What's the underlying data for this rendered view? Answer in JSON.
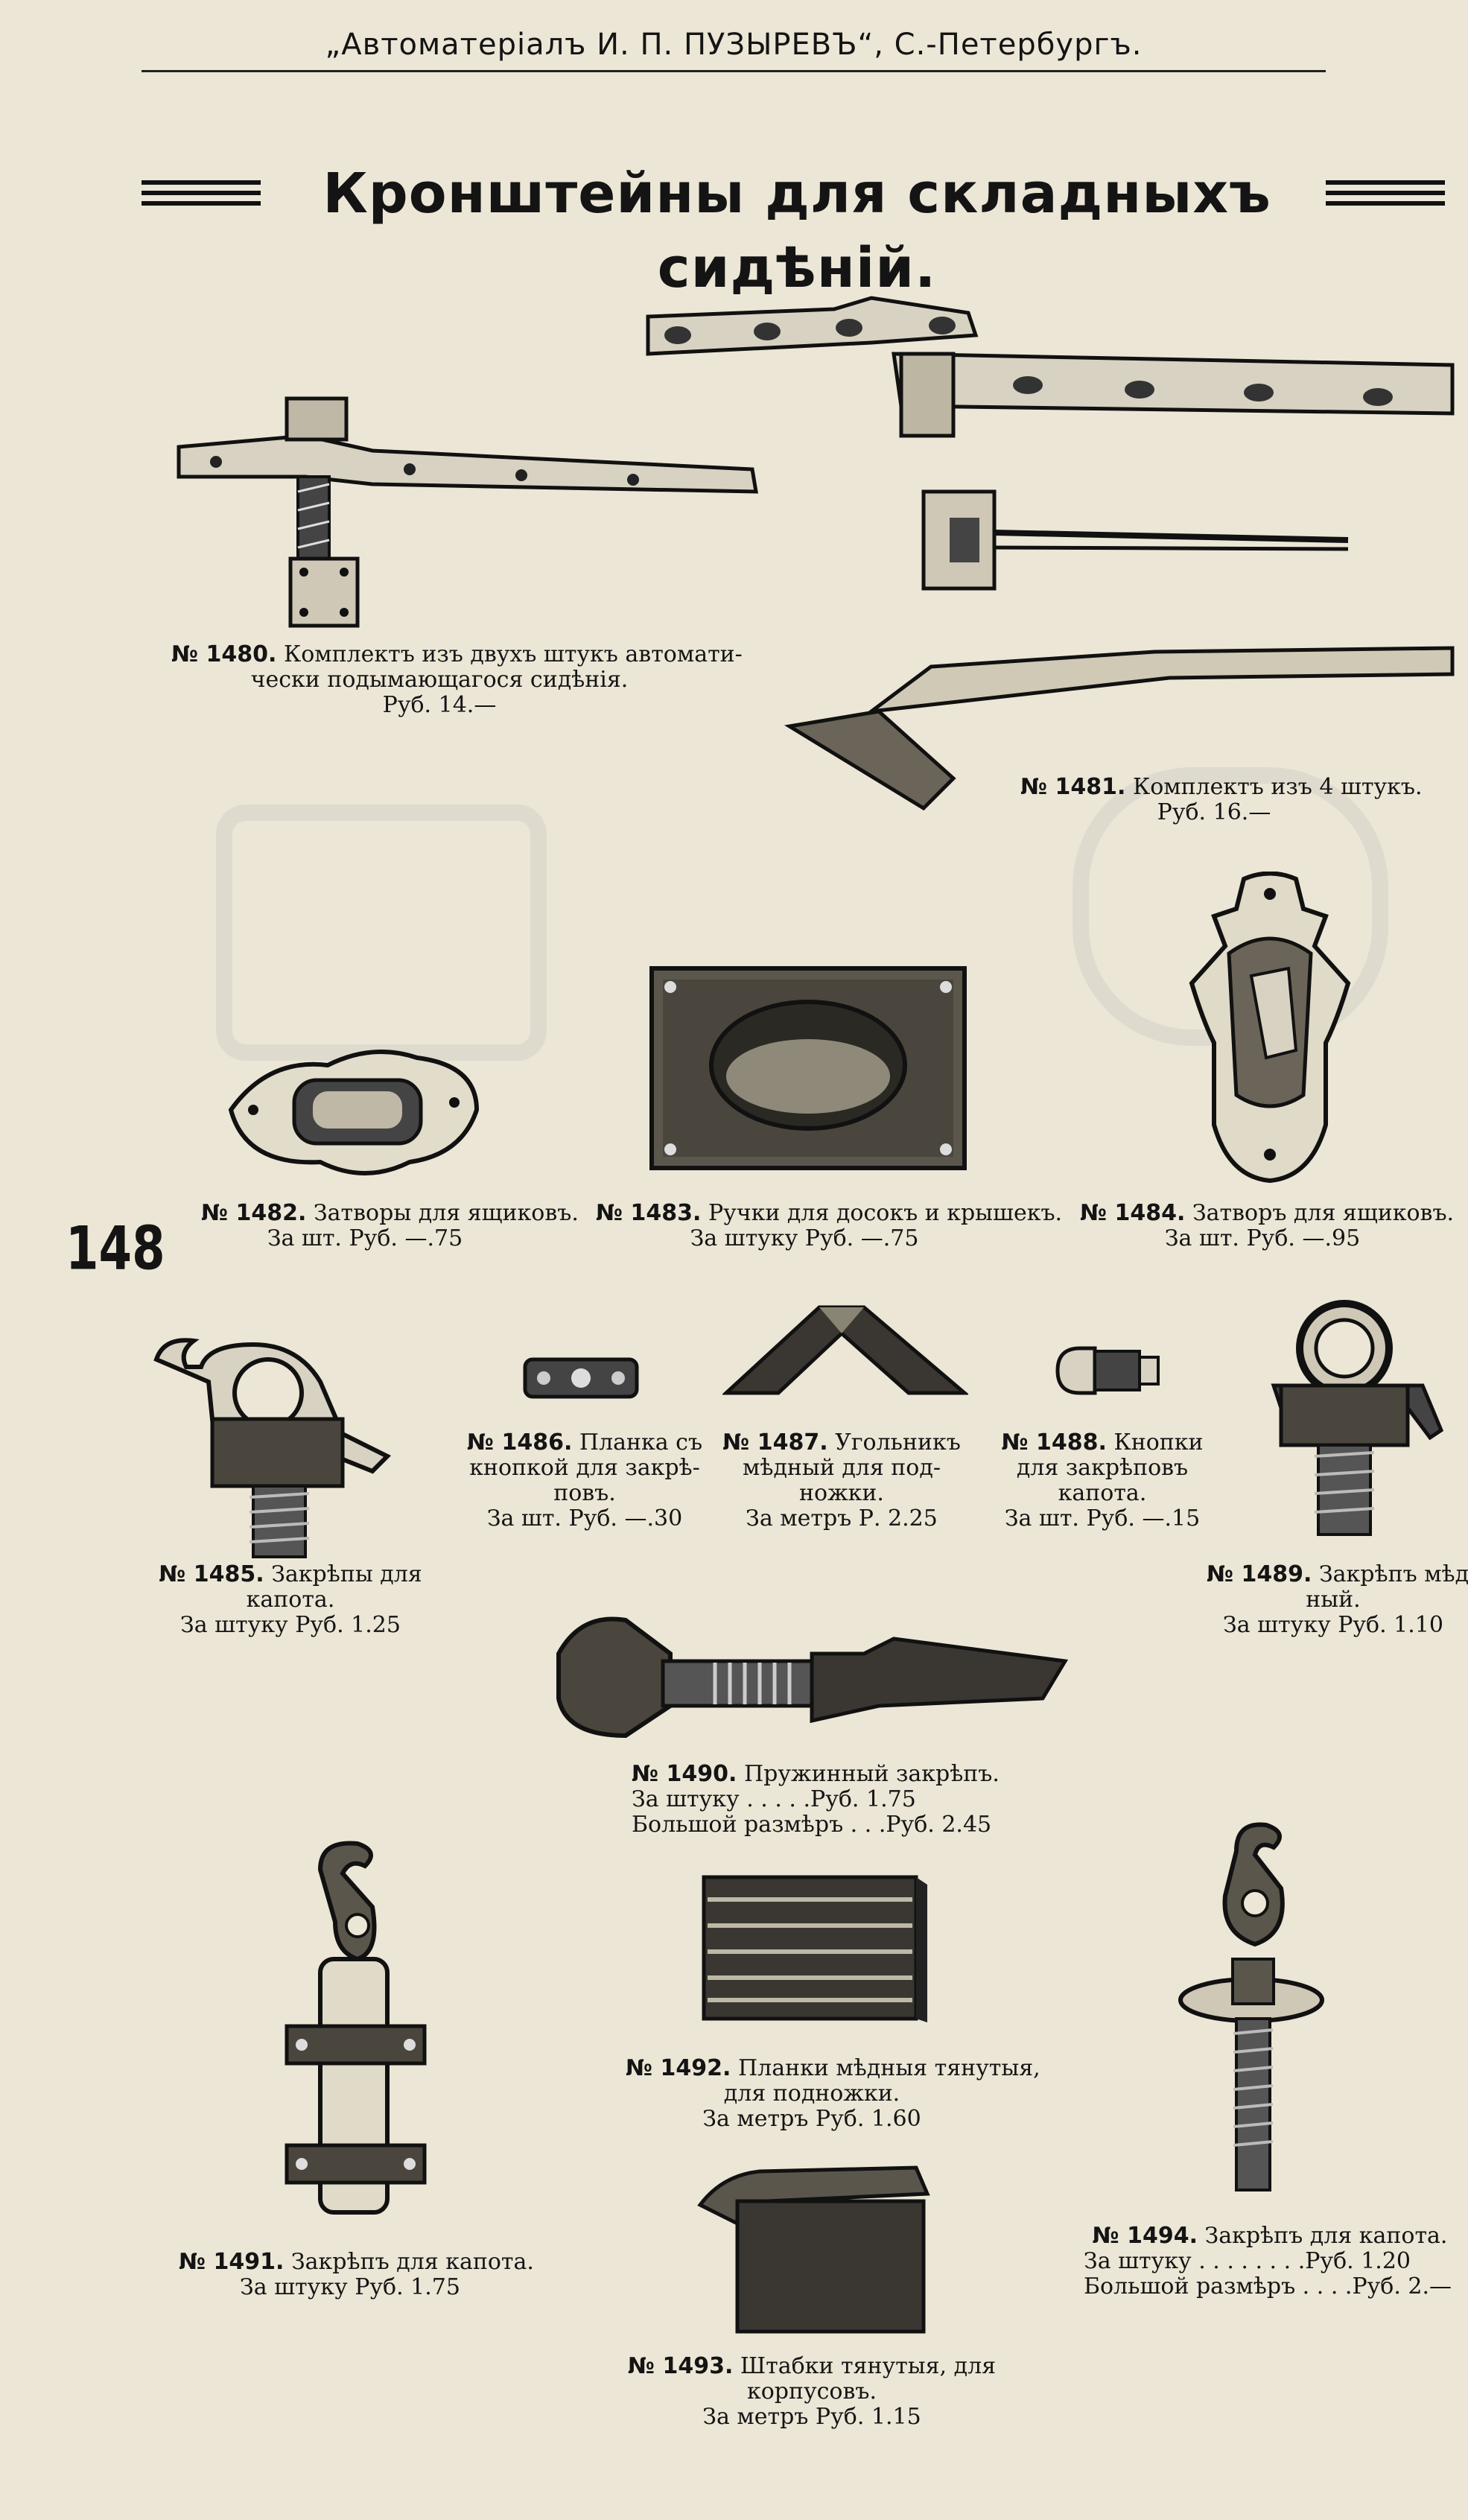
{
  "header": "„Автоматеріалъ И. П. ПУЗЫРЕВЪ“, С.-Петербургъ.",
  "title": "Кронштейны для складныхъ сидѣній.",
  "page_number": "148",
  "items": {
    "i1480": {
      "num": "№ 1480.",
      "line1": "Комплектъ изъ двухъ штукъ автомати-",
      "line2": "чески подымающагося сидѣнія.",
      "price": "Руб. 14.—"
    },
    "i1481": {
      "num": "№ 1481.",
      "line1": "Комплектъ изъ 4 штукъ.",
      "price": "Руб. 16.—"
    },
    "i1482": {
      "num": "№ 1482.",
      "line1": "Затворы для ящиковъ.",
      "price": "За шт. Руб. —.75"
    },
    "i1483": {
      "num": "№ 1483.",
      "line1": "Ручки для досокъ и крышекъ.",
      "price": "За штуку Руб. —.75"
    },
    "i1484": {
      "num": "№ 1484.",
      "line1": "Затворъ для ящиковъ.",
      "price": "За шт. Руб. —.95"
    },
    "i1485": {
      "num": "№ 1485.",
      "line1": "Закрѣпы для",
      "line2": "капота.",
      "price": "За штуку Руб. 1.25"
    },
    "i1486": {
      "num": "№ 1486.",
      "line1": "Планка съ",
      "line2": "кнопкой для закрѣ-",
      "line3": "повъ.",
      "price": "За шт. Руб. —.30"
    },
    "i1487": {
      "num": "№ 1487.",
      "line1": "Угольникъ",
      "line2": "мѣдный для под-",
      "line3": "ножки.",
      "price": "За метръ Р. 2.25"
    },
    "i1488": {
      "num": "№ 1488.",
      "line1": "Кнопки",
      "line2": "для закрѣповъ",
      "line3": "капота.",
      "price": "За шт. Руб. —.15"
    },
    "i1489": {
      "num": "№ 1489.",
      "line1": "Закрѣпъ мѣд-",
      "line2": "ный.",
      "price": "За штуку Руб. 1.10"
    },
    "i1490": {
      "num": "№ 1490.",
      "line1": "Пружинный закрѣпъ.",
      "p1_label": "За штуку . . . . .",
      "p1_value": "Руб. 1.75",
      "p2_label": "Большой размѣръ . . .",
      "p2_value": "Руб. 2.45"
    },
    "i1491": {
      "num": "№ 1491.",
      "line1": "Закрѣпъ для капота.",
      "price": "За штуку Руб. 1.75"
    },
    "i1492": {
      "num": "№ 1492.",
      "line1": "Планки мѣдныя тянутыя,",
      "line2": "для подножки.",
      "price": "За метръ Руб. 1.60"
    },
    "i1493": {
      "num": "№ 1493.",
      "line1": "Штабки тянутыя, для",
      "line2": "корпусовъ.",
      "price": "За метръ Руб. 1.15"
    },
    "i1494": {
      "num": "№ 1494.",
      "line1": "Закрѣпъ для капота.",
      "p1_label": "За штуку . . . . . . . .",
      "p1_value": "Руб. 1.20",
      "p2_label": "Большой размѣръ . . . .",
      "p2_value": "Руб. 2.—"
    }
  },
  "colors": {
    "paper": "#ece6d6",
    "ink": "#141414",
    "metal": "#3a3a3a",
    "metal_light": "#9a958a"
  }
}
